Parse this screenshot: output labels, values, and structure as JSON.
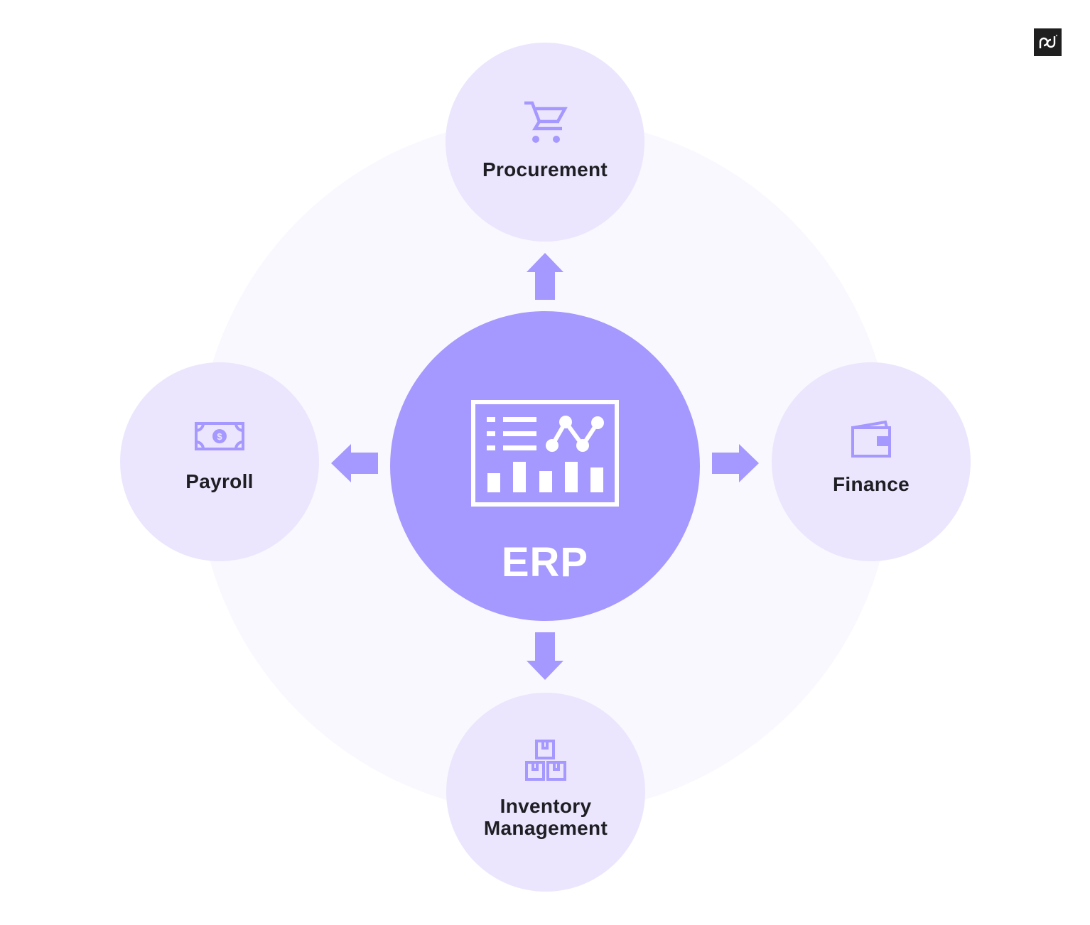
{
  "diagram": {
    "title": "ERP",
    "center": {
      "label": "ERP",
      "icon": "dashboard-analytics-icon"
    },
    "modules": [
      {
        "id": "procurement",
        "label": "Procurement",
        "icon": "shopping-cart-icon",
        "position": "top"
      },
      {
        "id": "finance",
        "label": "Finance",
        "icon": "wallet-icon",
        "position": "right"
      },
      {
        "id": "inventory",
        "label_line1": "Inventory",
        "label_line2": "Management",
        "icon": "boxes-icon",
        "position": "bottom"
      },
      {
        "id": "payroll",
        "label": "Payroll",
        "icon": "banknote-icon",
        "position": "left"
      }
    ],
    "edges": [
      {
        "from": "ERP",
        "to": "Procurement",
        "direction": "up"
      },
      {
        "from": "ERP",
        "to": "Finance",
        "direction": "right"
      },
      {
        "from": "ERP",
        "to": "Inventory Management",
        "direction": "down"
      },
      {
        "from": "ERP",
        "to": "Payroll",
        "direction": "left"
      }
    ]
  },
  "colors": {
    "primary": "#a598fe",
    "node_fill": "#ebe6fd",
    "ring_fill": "#f9f8fe",
    "text": "#1e1e24"
  },
  "logo": {
    "text": "pd",
    "icon": "pandadoc-logo-icon"
  }
}
